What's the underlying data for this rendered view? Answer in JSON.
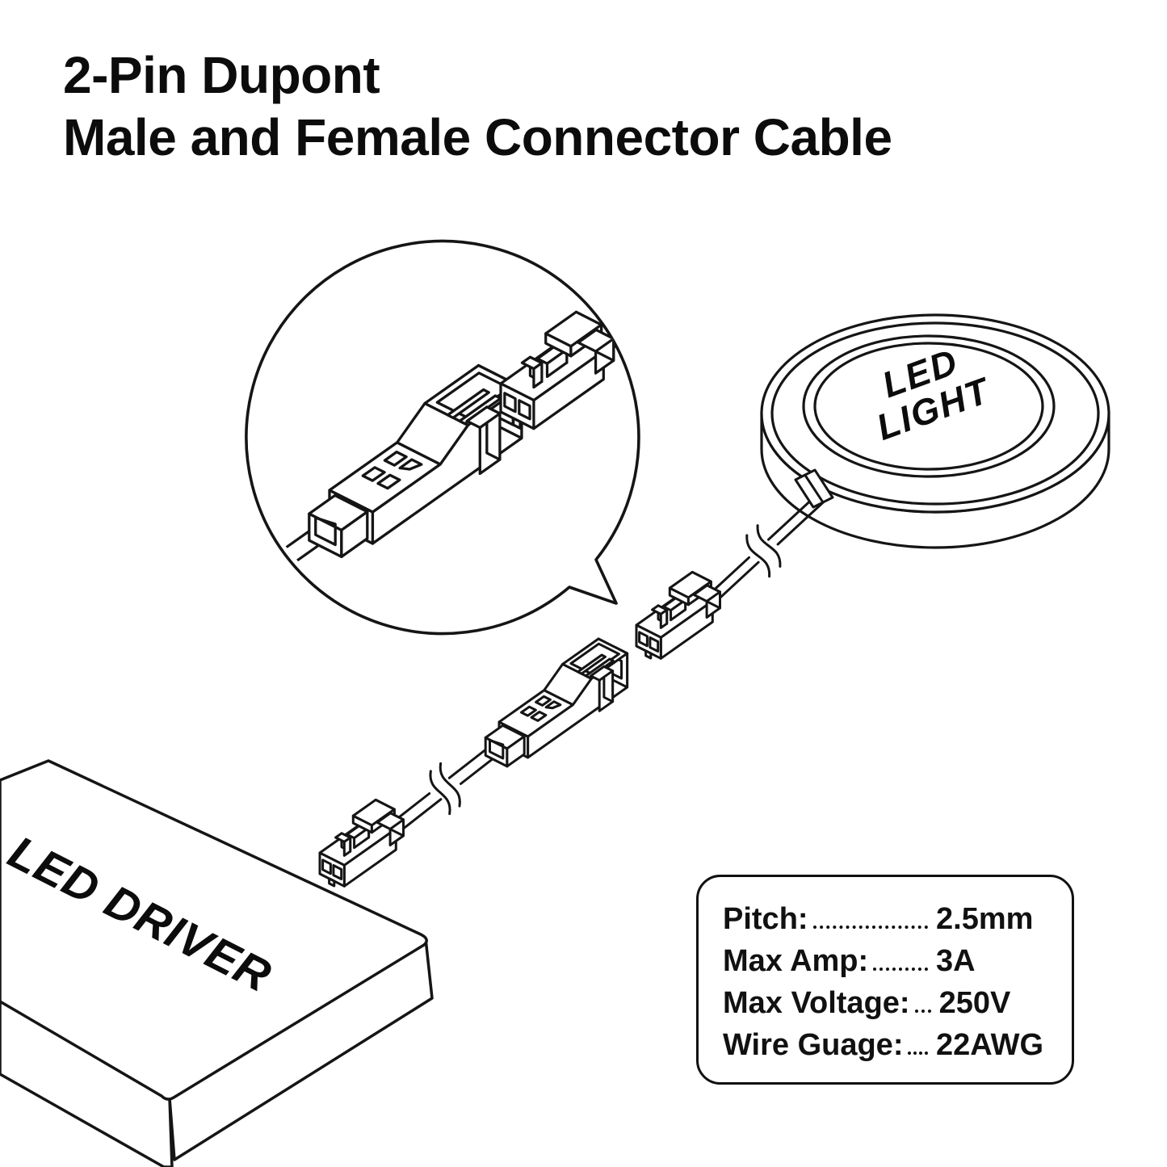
{
  "title": {
    "line1": "2-Pin Dupont",
    "line2": "Male and Female Connector Cable"
  },
  "diagram": {
    "led_light_label": {
      "line1": "LED",
      "line2": "LIGHT"
    },
    "led_driver_label": "LED DRIVER",
    "parts": {
      "zoom_bubble": "magnified view of male and female dupont connectors",
      "male_connector": "2-pin dupont male connector",
      "female_connector": "2-pin dupont female connector",
      "led_light": "LED light puck",
      "led_driver": "LED driver box",
      "cable": "2-wire flat cable with break marks"
    }
  },
  "specs": {
    "rows": [
      {
        "label": "Pitch:",
        "value": "2.5mm"
      },
      {
        "label": "Max Amp:",
        "value": "3A"
      },
      {
        "label": "Max Voltage:",
        "value": "250V"
      },
      {
        "label": "Wire Guage:",
        "value": "22AWG"
      }
    ]
  },
  "colors": {
    "ink": "#111111",
    "background": "#ffffff"
  }
}
